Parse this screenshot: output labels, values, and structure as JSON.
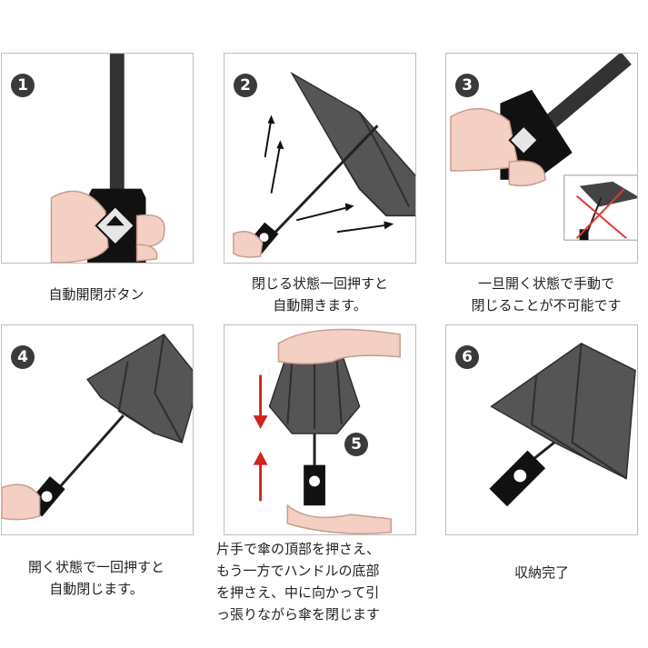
{
  "steps": [
    {
      "number": "1",
      "caption": "自動開閉ボタン"
    },
    {
      "number": "2",
      "caption": "閉じる状態一回押すと\n自動開きます。"
    },
    {
      "number": "3",
      "caption": "一旦開く状態で手動で\n閉じることが不可能です"
    },
    {
      "number": "4",
      "caption": "開く状態で一回押すと\n自動閉じます。"
    },
    {
      "number": "5",
      "caption": "片手で傘の頂部を押さえ、\nもう一方でハンドルの底部\nを押さえ、中に向かって引\nっ張りながら傘を閉じます"
    },
    {
      "number": "6",
      "caption": "収納完了"
    }
  ],
  "colors": {
    "skin": "#f3cfc4",
    "skin_line": "#c89c8e",
    "canopy": "#555555",
    "canopy_dark": "#2e2e2e",
    "handle": "#111111",
    "border": "#bdbdbd",
    "red_arrow": "#d0231d",
    "red_cross": "#e03a2f"
  }
}
